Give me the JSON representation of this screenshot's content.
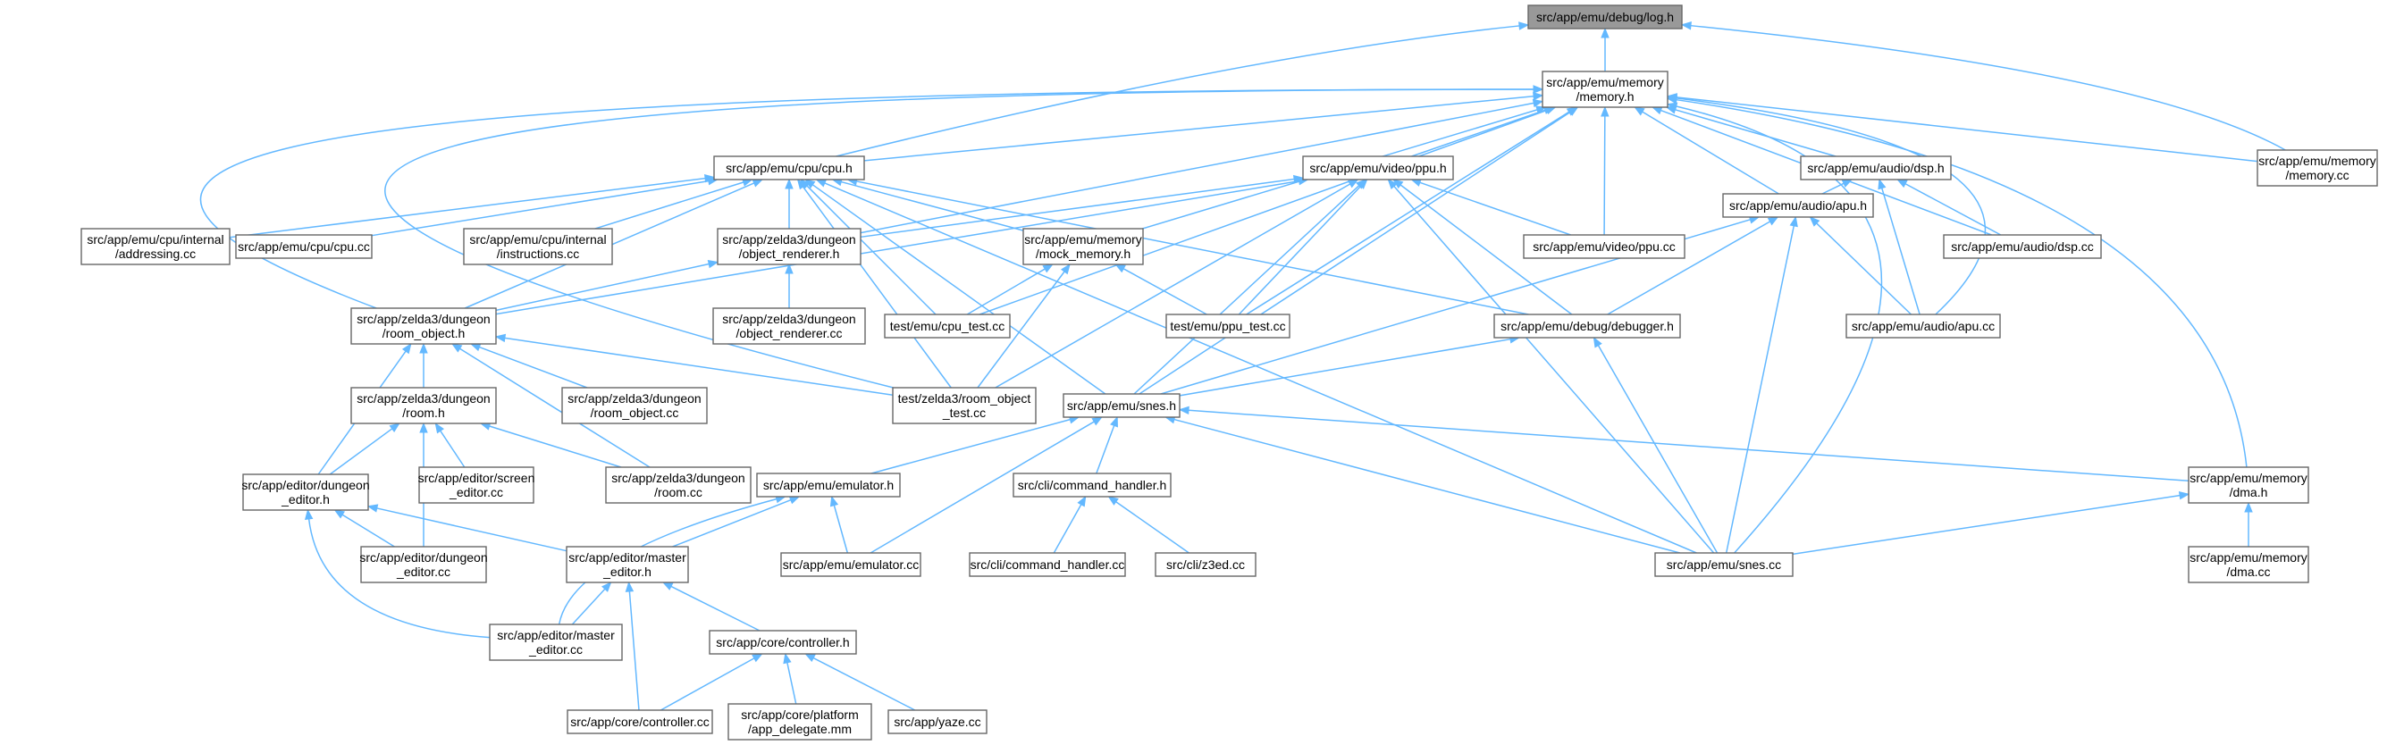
{
  "colors": {
    "edge": "#63b8ff",
    "node_border": "#666666",
    "root_fill": "#999999",
    "node_fill": "#ffffff"
  },
  "nodes": [
    {
      "id": "log_h",
      "lines": [
        "src/app/emu/debug/log.h"
      ],
      "root": true
    },
    {
      "id": "memory_h",
      "lines": [
        "src/app/emu/memory",
        "/memory.h"
      ]
    },
    {
      "id": "memory_cc",
      "lines": [
        "src/app/emu/memory",
        "/memory.cc"
      ]
    },
    {
      "id": "cpu_h",
      "lines": [
        "src/app/emu/cpu/cpu.h"
      ]
    },
    {
      "id": "ppu_h",
      "lines": [
        "src/app/emu/video/ppu.h"
      ]
    },
    {
      "id": "dsp_h",
      "lines": [
        "src/app/emu/audio/dsp.h"
      ]
    },
    {
      "id": "addressing_cc",
      "lines": [
        "src/app/emu/cpu/internal",
        "/addressing.cc"
      ]
    },
    {
      "id": "cpu_cc",
      "lines": [
        "src/app/emu/cpu/cpu.cc"
      ]
    },
    {
      "id": "instructions_cc",
      "lines": [
        "src/app/emu/cpu/internal",
        "/instructions.cc"
      ]
    },
    {
      "id": "object_renderer_h",
      "lines": [
        "src/app/zelda3/dungeon",
        "/object_renderer.h"
      ]
    },
    {
      "id": "mock_memory_h",
      "lines": [
        "src/app/emu/memory",
        "/mock_memory.h"
      ]
    },
    {
      "id": "ppu_cc",
      "lines": [
        "src/app/emu/video/ppu.cc"
      ]
    },
    {
      "id": "apu_h",
      "lines": [
        "src/app/emu/audio/apu.h"
      ]
    },
    {
      "id": "dsp_cc",
      "lines": [
        "src/app/emu/audio/dsp.cc"
      ]
    },
    {
      "id": "room_object_h",
      "lines": [
        "src/app/zelda3/dungeon",
        "/room_object.h"
      ]
    },
    {
      "id": "object_renderer_cc",
      "lines": [
        "src/app/zelda3/dungeon",
        "/object_renderer.cc"
      ]
    },
    {
      "id": "cpu_test_cc",
      "lines": [
        "test/emu/cpu_test.cc"
      ]
    },
    {
      "id": "ppu_test_cc",
      "lines": [
        "test/emu/ppu_test.cc"
      ]
    },
    {
      "id": "debugger_h",
      "lines": [
        "src/app/emu/debug/debugger.h"
      ]
    },
    {
      "id": "apu_cc",
      "lines": [
        "src/app/emu/audio/apu.cc"
      ]
    },
    {
      "id": "room_h",
      "lines": [
        "src/app/zelda3/dungeon",
        "/room.h"
      ]
    },
    {
      "id": "room_object_cc",
      "lines": [
        "src/app/zelda3/dungeon",
        "/room_object.cc"
      ]
    },
    {
      "id": "room_object_test_cc",
      "lines": [
        "test/zelda3/room_object",
        "_test.cc"
      ]
    },
    {
      "id": "snes_h",
      "lines": [
        "src/app/emu/snes.h"
      ]
    },
    {
      "id": "dungeon_editor_h",
      "lines": [
        "src/app/editor/dungeon",
        "_editor.h"
      ]
    },
    {
      "id": "screen_editor_cc",
      "lines": [
        "src/app/editor/screen",
        "_editor.cc"
      ]
    },
    {
      "id": "room_cc",
      "lines": [
        "src/app/zelda3/dungeon",
        "/room.cc"
      ]
    },
    {
      "id": "emulator_h",
      "lines": [
        "src/app/emu/emulator.h"
      ]
    },
    {
      "id": "command_handler_h",
      "lines": [
        "src/cli/command_handler.h"
      ]
    },
    {
      "id": "dma_h",
      "lines": [
        "src/app/emu/memory",
        "/dma.h"
      ]
    },
    {
      "id": "dungeon_editor_cc",
      "lines": [
        "src/app/editor/dungeon",
        "_editor.cc"
      ]
    },
    {
      "id": "master_editor_h",
      "lines": [
        "src/app/editor/master",
        "_editor.h"
      ]
    },
    {
      "id": "emulator_cc",
      "lines": [
        "src/app/emu/emulator.cc"
      ]
    },
    {
      "id": "command_handler_cc",
      "lines": [
        "src/cli/command_handler.cc"
      ]
    },
    {
      "id": "z3ed_cc",
      "lines": [
        "src/cli/z3ed.cc"
      ]
    },
    {
      "id": "snes_cc",
      "lines": [
        "src/app/emu/snes.cc"
      ]
    },
    {
      "id": "dma_cc",
      "lines": [
        "src/app/emu/memory",
        "/dma.cc"
      ]
    },
    {
      "id": "master_editor_cc",
      "lines": [
        "src/app/editor/master",
        "_editor.cc"
      ]
    },
    {
      "id": "controller_h",
      "lines": [
        "src/app/core/controller.h"
      ]
    },
    {
      "id": "controller_cc",
      "lines": [
        "src/app/core/controller.cc"
      ]
    },
    {
      "id": "app_delegate_mm",
      "lines": [
        "src/app/core/platform",
        "/app_delegate.mm"
      ]
    },
    {
      "id": "yaze_cc",
      "lines": [
        "src/app/yaze.cc"
      ]
    }
  ],
  "edges": [
    [
      "memory_h",
      "log_h"
    ],
    [
      "memory_cc",
      "log_h"
    ],
    [
      "cpu_h",
      "log_h"
    ],
    [
      "memory_cc",
      "memory_h"
    ],
    [
      "cpu_h",
      "memory_h"
    ],
    [
      "ppu_h",
      "memory_h"
    ],
    [
      "dsp_h",
      "memory_h"
    ],
    [
      "object_renderer_h",
      "memory_h"
    ],
    [
      "mock_memory_h",
      "memory_h"
    ],
    [
      "ppu_cc",
      "memory_h"
    ],
    [
      "apu_h",
      "memory_h"
    ],
    [
      "dsp_cc",
      "memory_h"
    ],
    [
      "room_object_h",
      "memory_h"
    ],
    [
      "cpu_test_cc",
      "memory_h"
    ],
    [
      "ppu_test_cc",
      "memory_h"
    ],
    [
      "apu_cc",
      "memory_h"
    ],
    [
      "room_object_test_cc",
      "memory_h"
    ],
    [
      "snes_h",
      "memory_h"
    ],
    [
      "dma_h",
      "memory_h"
    ],
    [
      "snes_cc",
      "memory_h"
    ],
    [
      "addressing_cc",
      "cpu_h"
    ],
    [
      "cpu_cc",
      "cpu_h"
    ],
    [
      "instructions_cc",
      "cpu_h"
    ],
    [
      "object_renderer_h",
      "cpu_h"
    ],
    [
      "mock_memory_h",
      "cpu_h"
    ],
    [
      "room_object_h",
      "cpu_h"
    ],
    [
      "cpu_test_cc",
      "cpu_h"
    ],
    [
      "debugger_h",
      "cpu_h"
    ],
    [
      "room_object_test_cc",
      "cpu_h"
    ],
    [
      "snes_h",
      "cpu_h"
    ],
    [
      "snes_cc",
      "cpu_h"
    ],
    [
      "object_renderer_h",
      "ppu_h"
    ],
    [
      "ppu_cc",
      "ppu_h"
    ],
    [
      "room_object_h",
      "ppu_h"
    ],
    [
      "ppu_test_cc",
      "ppu_h"
    ],
    [
      "debugger_h",
      "ppu_h"
    ],
    [
      "room_object_test_cc",
      "ppu_h"
    ],
    [
      "snes_h",
      "ppu_h"
    ],
    [
      "snes_cc",
      "ppu_h"
    ],
    [
      "apu_h",
      "dsp_h"
    ],
    [
      "dsp_cc",
      "dsp_h"
    ],
    [
      "apu_cc",
      "dsp_h"
    ],
    [
      "object_renderer_cc",
      "object_renderer_h"
    ],
    [
      "room_object_h",
      "object_renderer_h"
    ],
    [
      "cpu_test_cc",
      "mock_memory_h"
    ],
    [
      "ppu_test_cc",
      "mock_memory_h"
    ],
    [
      "room_object_test_cc",
      "mock_memory_h"
    ],
    [
      "debugger_h",
      "apu_h"
    ],
    [
      "apu_cc",
      "apu_h"
    ],
    [
      "snes_h",
      "apu_h"
    ],
    [
      "snes_cc",
      "apu_h"
    ],
    [
      "room_h",
      "room_object_h"
    ],
    [
      "room_object_cc",
      "room_object_h"
    ],
    [
      "room_object_test_cc",
      "room_object_h"
    ],
    [
      "dungeon_editor_h",
      "room_object_h"
    ],
    [
      "room_cc",
      "room_object_h"
    ],
    [
      "snes_h",
      "debugger_h"
    ],
    [
      "snes_cc",
      "debugger_h"
    ],
    [
      "dungeon_editor_h",
      "room_h"
    ],
    [
      "screen_editor_cc",
      "room_h"
    ],
    [
      "room_cc",
      "room_h"
    ],
    [
      "dungeon_editor_cc",
      "room_h"
    ],
    [
      "emulator_h",
      "snes_h"
    ],
    [
      "command_handler_h",
      "snes_h"
    ],
    [
      "dma_h",
      "snes_h"
    ],
    [
      "emulator_cc",
      "snes_h"
    ],
    [
      "snes_cc",
      "snes_h"
    ],
    [
      "dungeon_editor_cc",
      "dungeon_editor_h"
    ],
    [
      "master_editor_h",
      "dungeon_editor_h"
    ],
    [
      "master_editor_cc",
      "dungeon_editor_h"
    ],
    [
      "master_editor_h",
      "emulator_h"
    ],
    [
      "emulator_cc",
      "emulator_h"
    ],
    [
      "master_editor_cc",
      "emulator_h"
    ],
    [
      "command_handler_cc",
      "command_handler_h"
    ],
    [
      "z3ed_cc",
      "command_handler_h"
    ],
    [
      "snes_cc",
      "dma_h"
    ],
    [
      "dma_cc",
      "dma_h"
    ],
    [
      "master_editor_cc",
      "master_editor_h"
    ],
    [
      "controller_h",
      "master_editor_h"
    ],
    [
      "controller_cc",
      "master_editor_h"
    ],
    [
      "controller_cc",
      "controller_h"
    ],
    [
      "app_delegate_mm",
      "controller_h"
    ],
    [
      "yaze_cc",
      "controller_h"
    ]
  ]
}
